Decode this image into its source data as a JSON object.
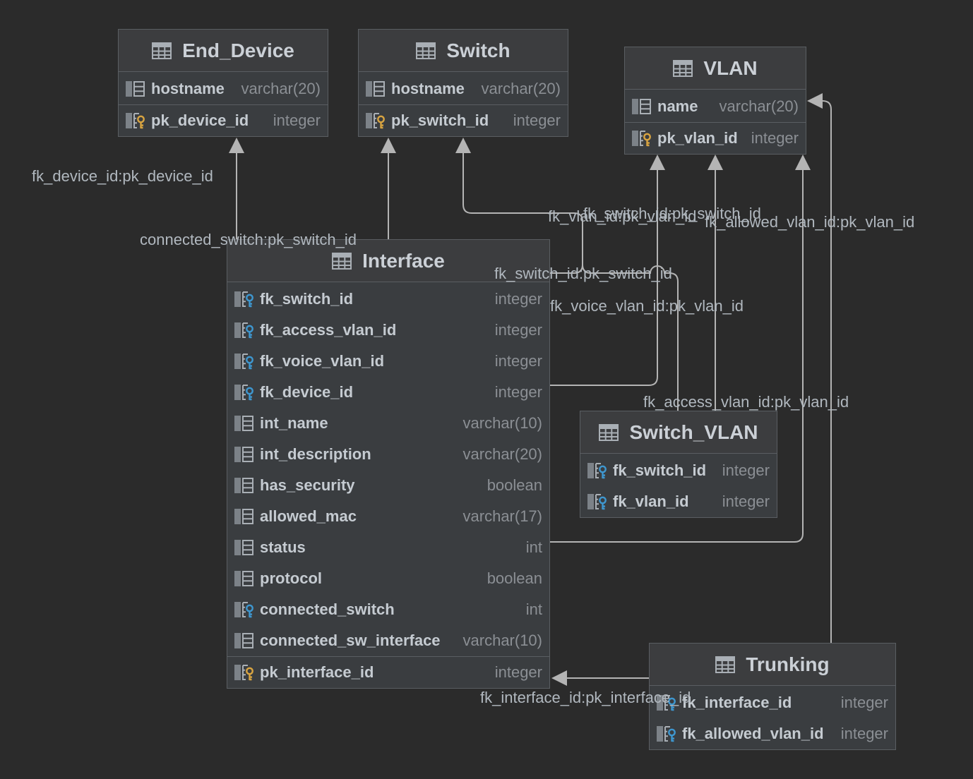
{
  "tables": {
    "end_device": {
      "title": "End_Device",
      "icon": "table-icon",
      "columns": [
        {
          "name": "hostname",
          "type": "varchar(20)",
          "icon": "column-icon"
        }
      ],
      "keys": [
        {
          "name": "pk_device_id",
          "type": "integer",
          "icon": "primary-key-icon"
        }
      ]
    },
    "switch": {
      "title": "Switch",
      "icon": "table-icon",
      "columns": [
        {
          "name": "hostname",
          "type": "varchar(20)",
          "icon": "column-icon"
        }
      ],
      "keys": [
        {
          "name": "pk_switch_id",
          "type": "integer",
          "icon": "primary-key-icon"
        }
      ]
    },
    "vlan": {
      "title": "VLAN",
      "icon": "table-icon",
      "columns": [
        {
          "name": "name",
          "type": "varchar(20)",
          "icon": "column-icon"
        }
      ],
      "keys": [
        {
          "name": "pk_vlan_id",
          "type": "integer",
          "icon": "primary-key-icon"
        }
      ]
    },
    "interface": {
      "title": "Interface",
      "icon": "table-icon",
      "columns": [
        {
          "name": "fk_switch_id",
          "type": "integer",
          "icon": "foreign-key-icon"
        },
        {
          "name": "fk_access_vlan_id",
          "type": "integer",
          "icon": "foreign-key-icon"
        },
        {
          "name": "fk_voice_vlan_id",
          "type": "integer",
          "icon": "foreign-key-icon"
        },
        {
          "name": "fk_device_id",
          "type": "integer",
          "icon": "foreign-key-icon"
        },
        {
          "name": "int_name",
          "type": "varchar(10)",
          "icon": "column-icon"
        },
        {
          "name": "int_description",
          "type": "varchar(20)",
          "icon": "column-icon"
        },
        {
          "name": "has_security",
          "type": "boolean",
          "icon": "column-icon"
        },
        {
          "name": "allowed_mac",
          "type": "varchar(17)",
          "icon": "column-icon"
        },
        {
          "name": "status",
          "type": "int",
          "icon": "column-icon"
        },
        {
          "name": "protocol",
          "type": "boolean",
          "icon": "column-icon"
        },
        {
          "name": "connected_switch",
          "type": "int",
          "icon": "foreign-key-icon"
        },
        {
          "name": "connected_sw_interface",
          "type": "varchar(10)",
          "icon": "column-icon"
        }
      ],
      "keys": [
        {
          "name": "pk_interface_id",
          "type": "integer",
          "icon": "primary-key-icon"
        }
      ]
    },
    "switch_vlan": {
      "title": "Switch_VLAN",
      "icon": "table-icon",
      "columns": [
        {
          "name": "fk_switch_id",
          "type": "integer",
          "icon": "foreign-key-icon"
        },
        {
          "name": "fk_vlan_id",
          "type": "integer",
          "icon": "foreign-key-icon"
        }
      ]
    },
    "trunking": {
      "title": "Trunking",
      "icon": "table-icon",
      "columns": [
        {
          "name": "fk_interface_id",
          "type": "integer",
          "icon": "foreign-key-icon"
        },
        {
          "name": "fk_allowed_vlan_id",
          "type": "integer",
          "icon": "foreign-key-icon"
        }
      ]
    }
  },
  "relationships": [
    {
      "label": "fk_device_id:pk_device_id"
    },
    {
      "label": "connected_switch:pk_switch_id"
    },
    {
      "label": "fk_vlan_id:pk_vlan_id"
    },
    {
      "label": "fk_switch_id:pk_switch_id"
    },
    {
      "label": "fk_allowed_vlan_id:pk_vlan_id"
    },
    {
      "label": "fk_switch_id:pk_switch_id"
    },
    {
      "label": "fk_voice_vlan_id:pk_vlan_id"
    },
    {
      "label": "fk_access_vlan_id:pk_vlan_id"
    },
    {
      "label": "fk_interface_id:pk_interface_id"
    }
  ],
  "colors": {
    "background": "#2b2b2b",
    "table_header": "#3c3d3f",
    "table_body": "#3a3d40",
    "table_border": "#5a5e62",
    "title_text": "#cbd0d6",
    "column_text": "#c5cbd1",
    "type_text": "#8b8f94",
    "label_text": "#b1b8bf",
    "line": "#b4b4b4",
    "icon": "#a9afb5",
    "icon_dim": "#7c8288",
    "primary_key": "#d8a441",
    "foreign_key": "#3e97cf"
  }
}
